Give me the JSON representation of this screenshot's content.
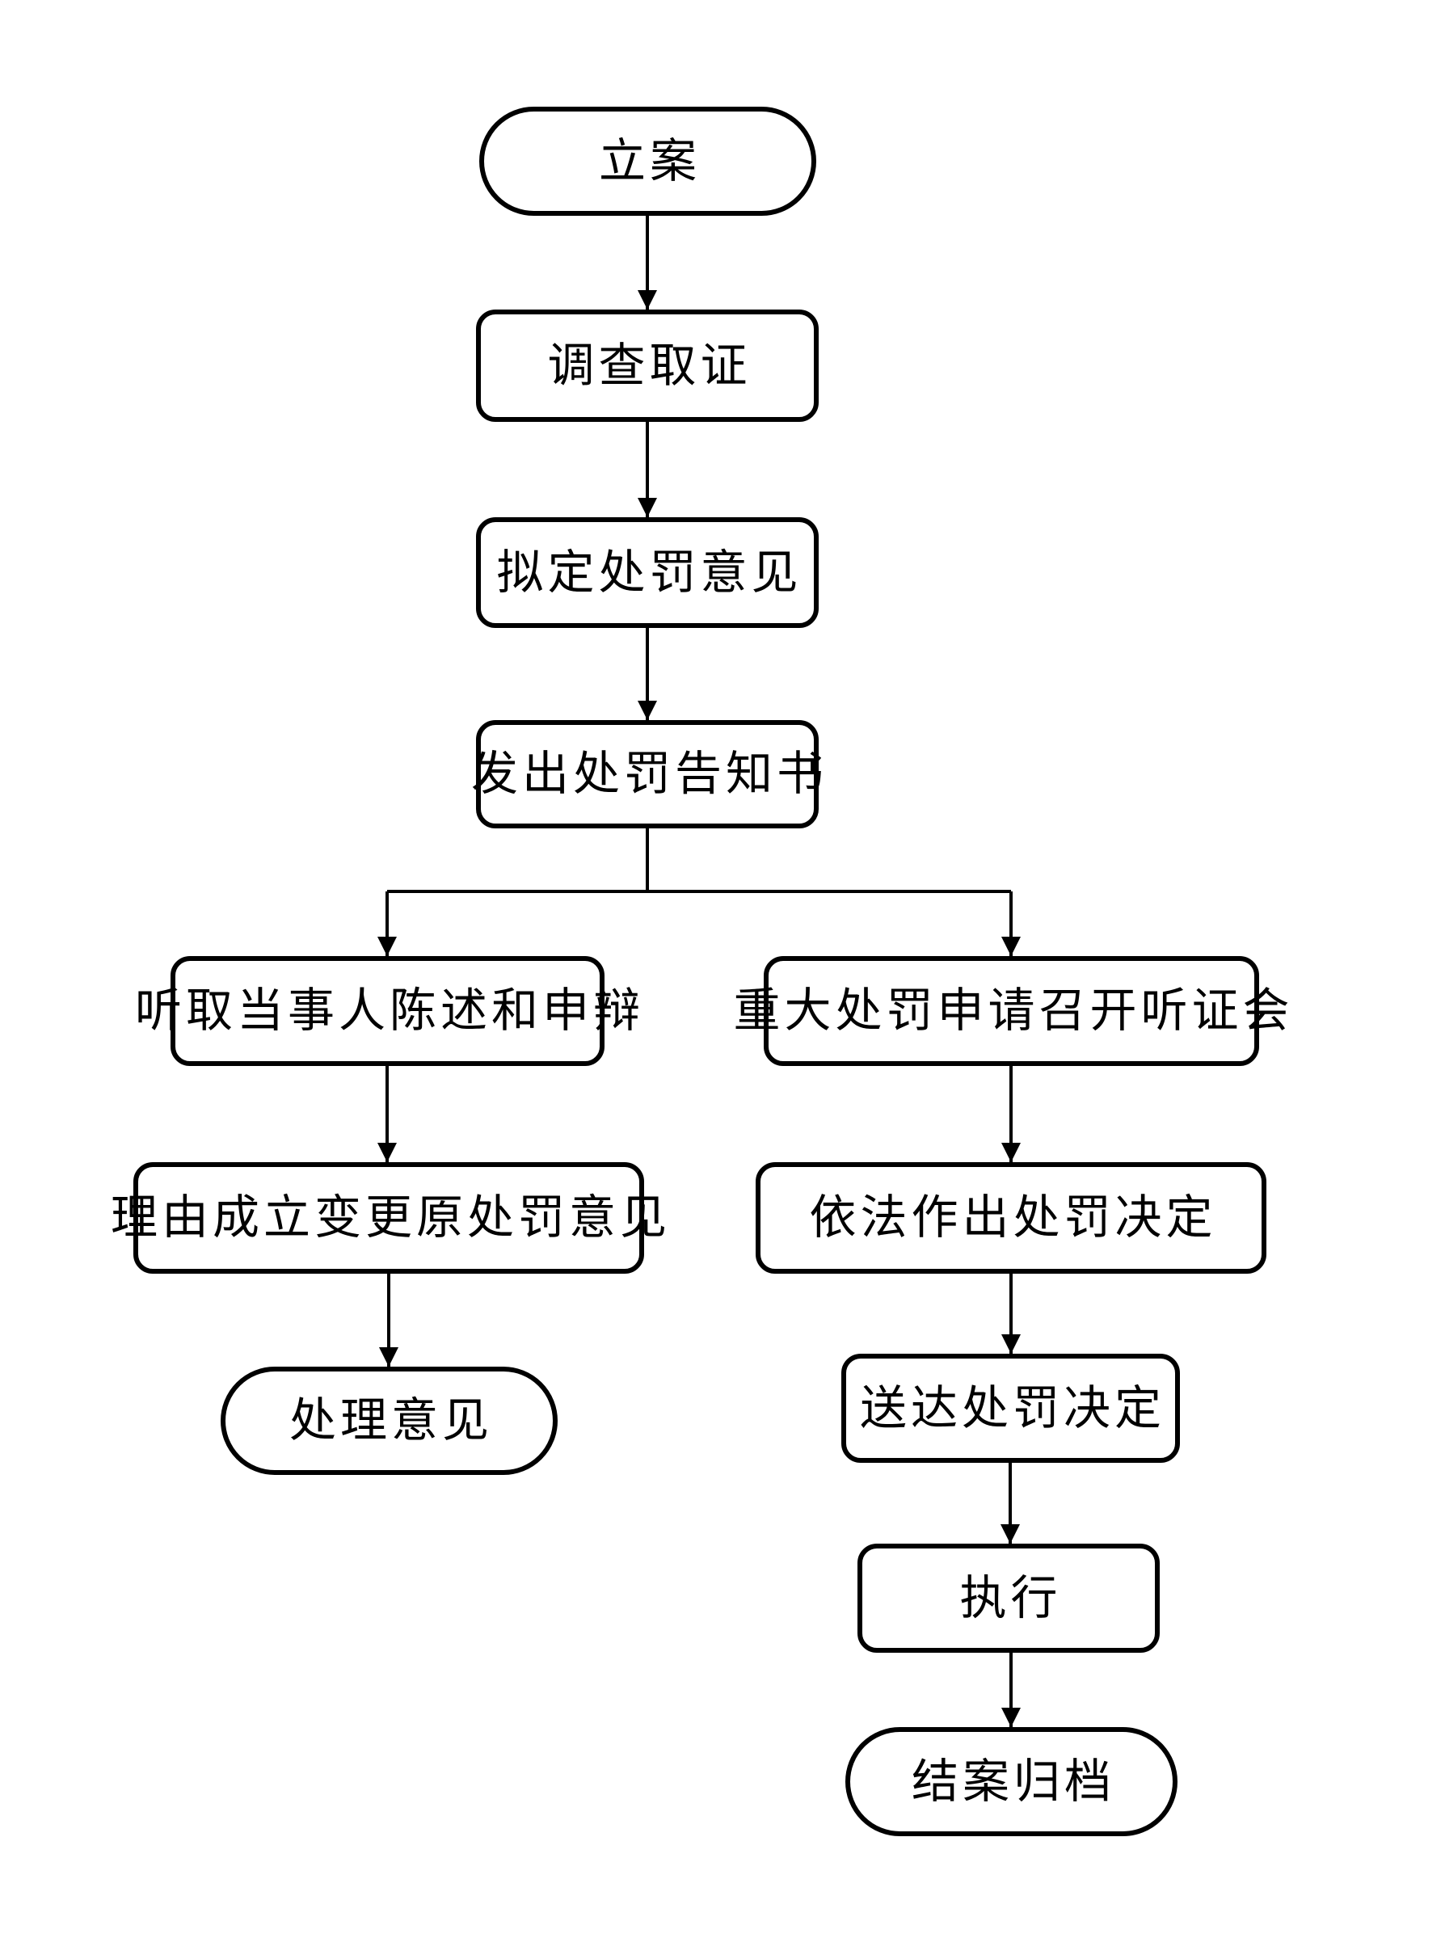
{
  "diagram": {
    "type": "flowchart",
    "background_color": "#ffffff",
    "stroke_color": "#000000",
    "fill_color": "#ffffff",
    "nodes": {
      "n1": {
        "label": "立案",
        "shape": "stadium"
      },
      "n2": {
        "label": "调查取证",
        "shape": "rounded-rect"
      },
      "n3": {
        "label": "拟定处罚意见",
        "shape": "rounded-rect"
      },
      "n4": {
        "label": "发出处罚告知书",
        "shape": "rounded-rect"
      },
      "n5": {
        "label": "听取当事人陈述和申辩",
        "shape": "rounded-rect"
      },
      "n6": {
        "label": "理由成立变更原处罚意见",
        "shape": "rounded-rect"
      },
      "n7": {
        "label": "处理意见",
        "shape": "stadium"
      },
      "n8": {
        "label": "重大处罚申请召开听证会",
        "shape": "rounded-rect"
      },
      "n9": {
        "label": "依法作出处罚决定",
        "shape": "rounded-rect"
      },
      "n10": {
        "label": "送达处罚决定",
        "shape": "rounded-rect"
      },
      "n11": {
        "label": "执行",
        "shape": "rounded-rect"
      },
      "n12": {
        "label": "结案归档",
        "shape": "stadium"
      }
    },
    "edges": [
      {
        "from": "n1",
        "to": "n2"
      },
      {
        "from": "n2",
        "to": "n3"
      },
      {
        "from": "n3",
        "to": "n4"
      },
      {
        "from": "n4",
        "to": "n5",
        "branch": "left"
      },
      {
        "from": "n4",
        "to": "n8",
        "branch": "right"
      },
      {
        "from": "n5",
        "to": "n6"
      },
      {
        "from": "n6",
        "to": "n7"
      },
      {
        "from": "n8",
        "to": "n9"
      },
      {
        "from": "n9",
        "to": "n10"
      },
      {
        "from": "n10",
        "to": "n11"
      },
      {
        "from": "n11",
        "to": "n12"
      }
    ]
  }
}
